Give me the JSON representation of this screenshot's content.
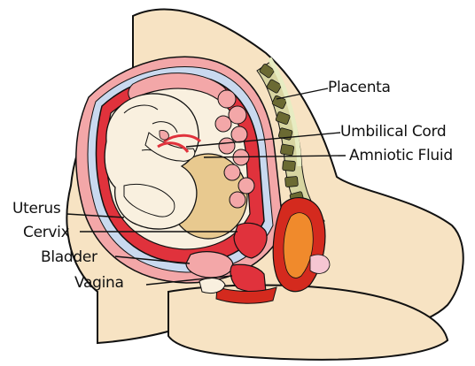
{
  "labels": {
    "placenta": "Placenta",
    "umbilical_cord": "Umbilical Cord",
    "amniotic_fluid": "Amniotic Fluid",
    "uterus": "Uterus",
    "cervix": "Cervix",
    "bladder": "Bladder",
    "vagina": "Vagina"
  },
  "colors": {
    "skin": "#f7e3c3",
    "skin_outline": "#111111",
    "uterus_wall": "#e0323c",
    "uterus_light": "#f3a7a8",
    "fetus": "#f9f0df",
    "fluid_sac": "#e8c98f",
    "spine": "#6b6a33",
    "spine_light": "#d7d5a1",
    "rectum": "#d42a1e",
    "rectum_inner": "#f08a2c",
    "amnion_blue": "#c9d9ef"
  }
}
